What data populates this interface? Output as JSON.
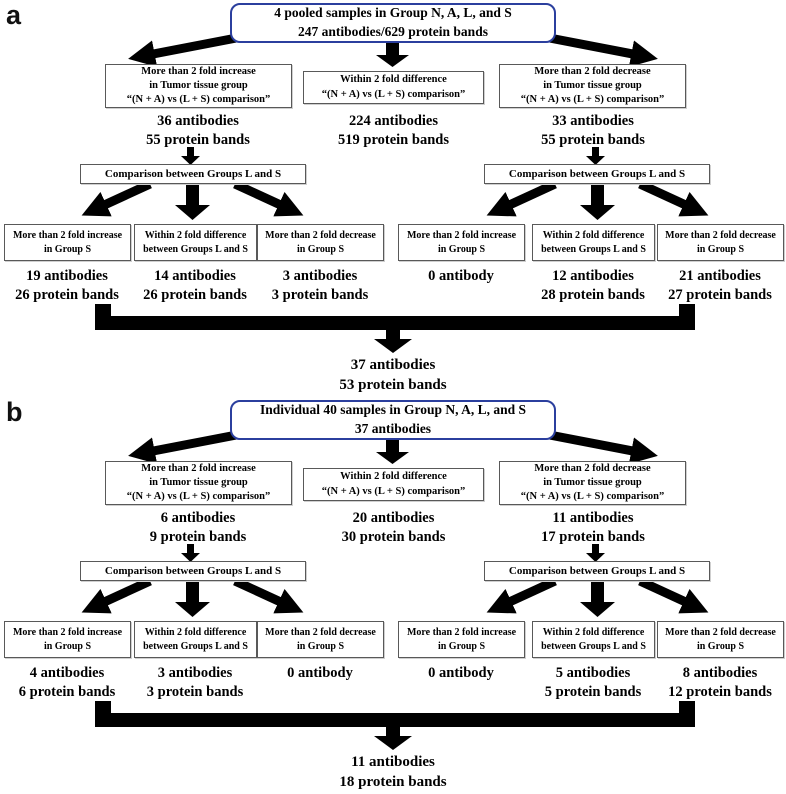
{
  "colors": {
    "root_box_border": "#2b3f9e",
    "arrow": "#000000",
    "box_border": "#595959"
  },
  "panels": [
    {
      "label": "a",
      "root": [
        "4 pooled samples in Group N, A, L, and S",
        "247 antibodies/629 protein bands"
      ],
      "branches": [
        {
          "lines": [
            "More than 2 fold increase",
            "in Tumor tissue group",
            "“(N + A) vs (L + S) comparison”"
          ],
          "count": [
            "36 antibodies",
            "55 protein bands"
          ]
        },
        {
          "lines": [
            "Within 2 fold difference",
            "“(N + A) vs (L + S) comparison”"
          ],
          "count": [
            "224 antibodies",
            "519 protein bands"
          ]
        },
        {
          "lines": [
            "More than 2 fold decrease",
            "in Tumor tissue group",
            "“(N + A) vs (L + S) comparison”"
          ],
          "count": [
            "33 antibodies",
            "55 protein bands"
          ]
        }
      ],
      "comparison_left": "Comparison between Groups L and S",
      "comparison_right": "Comparison between Groups L and S",
      "leaves": [
        {
          "lines": [
            "More than 2 fold increase",
            "in Group S"
          ],
          "count": [
            "19 antibodies",
            "26 protein bands"
          ]
        },
        {
          "lines": [
            "Within 2 fold difference",
            "between Groups L and S"
          ],
          "count": [
            "14 antibodies",
            "26 protein bands"
          ]
        },
        {
          "lines": [
            "More than 2 fold decrease",
            "in Group S"
          ],
          "count": [
            "3 antibodies",
            "3 protein bands"
          ]
        },
        {
          "lines": [
            "More than 2 fold increase",
            "in Group S"
          ],
          "count": [
            "0 antibody",
            ""
          ]
        },
        {
          "lines": [
            "Within 2 fold difference",
            "between Groups L and S"
          ],
          "count": [
            "12 antibodies",
            "28 protein bands"
          ]
        },
        {
          "lines": [
            "More than 2 fold decrease",
            "in Group S"
          ],
          "count": [
            "21 antibodies",
            "27 protein bands"
          ]
        }
      ],
      "total": [
        "37 antibodies",
        "53 protein bands"
      ]
    },
    {
      "label": "b",
      "root": [
        "Individual 40 samples in Group N, A, L, and S",
        "37 antibodies"
      ],
      "branches": [
        {
          "lines": [
            "More than 2 fold increase",
            "in Tumor tissue group",
            "“(N + A) vs (L + S) comparison”"
          ],
          "count": [
            "6 antibodies",
            "9 protein bands"
          ]
        },
        {
          "lines": [
            "Within 2 fold difference",
            "“(N + A) vs (L + S) comparison”"
          ],
          "count": [
            "20 antibodies",
            "30 protein bands"
          ]
        },
        {
          "lines": [
            "More than 2 fold decrease",
            "in Tumor tissue group",
            "“(N + A) vs (L + S) comparison”"
          ],
          "count": [
            "11 antibodies",
            "17 protein bands"
          ]
        }
      ],
      "comparison_left": "Comparison between Groups L and S",
      "comparison_right": "Comparison between Groups L and S",
      "leaves": [
        {
          "lines": [
            "More than 2 fold increase",
            "in Group S"
          ],
          "count": [
            "4 antibodies",
            "6 protein bands"
          ]
        },
        {
          "lines": [
            "Within 2 fold difference",
            "between Groups L and S"
          ],
          "count": [
            "3 antibodies",
            "3 protein bands"
          ]
        },
        {
          "lines": [
            "More than 2 fold decrease",
            "in Group S"
          ],
          "count": [
            "0 antibody",
            ""
          ]
        },
        {
          "lines": [
            "More than 2 fold increase",
            "in Group S"
          ],
          "count": [
            "0 antibody",
            ""
          ]
        },
        {
          "lines": [
            "Within 2 fold difference",
            "between Groups L and S"
          ],
          "count": [
            "5 antibodies",
            "5 protein bands"
          ]
        },
        {
          "lines": [
            "More than 2 fold decrease",
            "in Group S"
          ],
          "count": [
            "8 antibodies",
            "12 protein bands"
          ]
        }
      ],
      "total": [
        "11 antibodies",
        "18 protein bands"
      ]
    }
  ]
}
